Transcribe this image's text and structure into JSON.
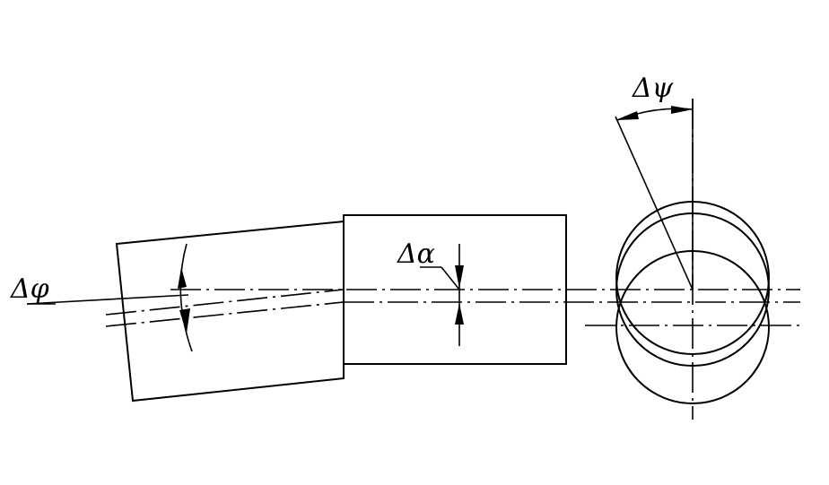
{
  "drawing": {
    "labels": {
      "delta_phi": "Δφ",
      "delta_alpha": "Δα",
      "delta_psi": "Δψ"
    },
    "colors": {
      "stroke": "#000000",
      "background": "#ffffff"
    }
  }
}
